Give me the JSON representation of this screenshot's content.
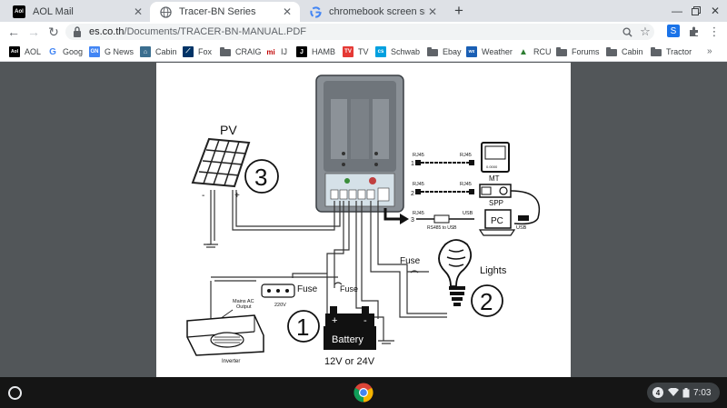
{
  "tabs": [
    {
      "title": "AOL Mail",
      "favicon": "aol-icon",
      "active": false
    },
    {
      "title": "Tracer-BN Series",
      "favicon": "globe-icon",
      "active": true
    },
    {
      "title": "chromebook screen snip - Google",
      "favicon": "google-icon",
      "active": false
    }
  ],
  "toolbar": {
    "url_host": "es.co.th",
    "url_path": "/Documents/TRACER-BN-MANUAL.PDF"
  },
  "bookmarks": [
    {
      "label": "AOL",
      "icon": "aol-icon",
      "color": "#000000"
    },
    {
      "label": "Goog",
      "icon": "google-icon",
      "color": "#4285f4"
    },
    {
      "label": "G News",
      "icon": "news-icon",
      "color": "#4285f4"
    },
    {
      "label": "Cabin",
      "icon": "cabin-icon",
      "color": "#3b6e8f"
    },
    {
      "label": "Fox",
      "icon": "fox-icon",
      "color": "#003366"
    },
    {
      "label": "CRAIG",
      "icon": "folder-icon",
      "color": "#5f6368"
    },
    {
      "label": "IJ",
      "icon": "mij-icon",
      "color": "#c00000"
    },
    {
      "label": "HAMB",
      "icon": "hamb-icon",
      "color": "#000000"
    },
    {
      "label": "TV",
      "icon": "tv-icon",
      "color": "#e53935"
    },
    {
      "label": "Schwab",
      "icon": "schwab-icon",
      "color": "#00a0df"
    },
    {
      "label": "Ebay",
      "icon": "folder-icon",
      "color": "#5f6368"
    },
    {
      "label": "Weather",
      "icon": "weather-icon",
      "color": "#1a5fb4"
    },
    {
      "label": "RCU",
      "icon": "rcu-icon",
      "color": "#2e7d32"
    },
    {
      "label": "Forums",
      "icon": "folder-icon",
      "color": "#5f6368"
    },
    {
      "label": "Cabin",
      "icon": "folder-icon",
      "color": "#5f6368"
    },
    {
      "label": "Tractor",
      "icon": "folder-icon",
      "color": "#5f6368"
    }
  ],
  "bookmarks_more": "»",
  "diagram": {
    "pv_label": "PV",
    "num1": "1",
    "num2": "2",
    "num3": "3",
    "pv_minus": "-",
    "pv_plus": "+",
    "fuse1": "Fuse",
    "fuse2": "Fuse",
    "fuse3": "Fuse",
    "mains_ac_output": "Mains AC Output",
    "mains_line1": "Mains AC",
    "mains_line2": "Output",
    "v220": "220V",
    "inverter": "Inverter",
    "battery": "Battery",
    "battery_plus": "+",
    "battery_minus": "-",
    "battery_voltage": "12V or 24V",
    "lights": "Lights",
    "rj45": "RJ45",
    "usb": "USB",
    "mt": "MT",
    "spp": "SPP",
    "pc": "PC",
    "rs485_usb": "RS485 to USB",
    "port1": "1",
    "port2": "2",
    "port3": "3",
    "mt_screen": "0.0000"
  },
  "shelf": {
    "notification_count": "4",
    "time": "7:03"
  },
  "colors": {
    "tabstrip": "#dee1e6",
    "viewer_bg": "#525659",
    "shelf": "#151515"
  }
}
